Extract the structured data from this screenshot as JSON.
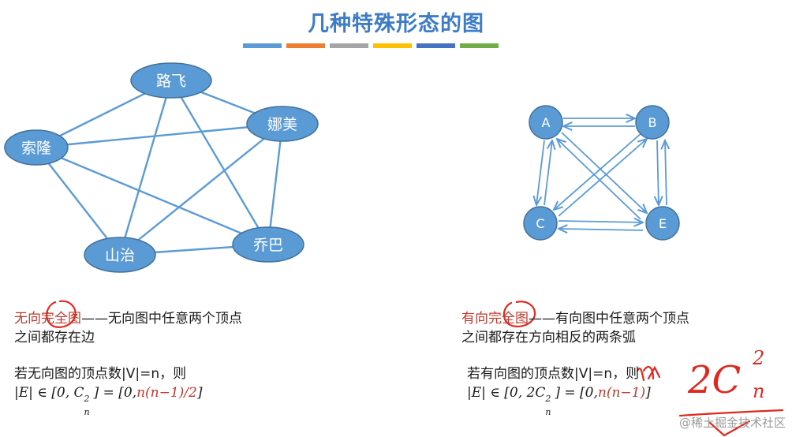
{
  "title": "几种特殊形态的图",
  "accent_bars": [
    "#5b9bd5",
    "#ed7d31",
    "#a5a5a5",
    "#ffc000",
    "#4472c4",
    "#70ad47"
  ],
  "undirected_graph": {
    "nodes": [
      "路飞",
      "娜美",
      "索隆",
      "乔巴",
      "山治"
    ]
  },
  "directed_graph": {
    "nodes": [
      "A",
      "B",
      "C",
      "E"
    ]
  },
  "left_text": {
    "term": "无向完全图",
    "dash": "——",
    "def1": "无向图中任意两个顶点",
    "def2": "之间都存在边",
    "cond": "若无向图的顶点数|V|=n，则",
    "formula_prefix": "|E| ∈ [0, C",
    "formula_mid": "] = [0,",
    "formula_red": "n(n−1)/2",
    "formula_end": "]"
  },
  "right_text": {
    "term": "有向完全图",
    "dash": "——",
    "def1": "有向图中任意两个顶点",
    "def2": "之间都存在方向相反的两条弧",
    "cond": "若有向图的顶点数|V|=n，则",
    "formula_prefix": "|E| ∈ [0, 2C",
    "formula_mid": "] = [0,",
    "formula_red": "n(n−1)",
    "formula_end": "]"
  },
  "handwriting": {
    "text": "2C",
    "sup": "2",
    "sub": "n",
    "ink_color": "#e0281e"
  },
  "watermark": "@稀土掘金技术社区"
}
